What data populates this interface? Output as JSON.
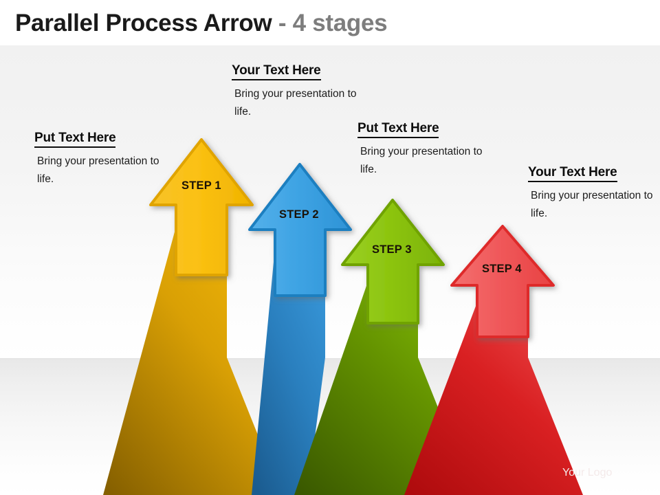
{
  "slide": {
    "title_main": "Parallel Process Arrow",
    "title_suffix": " - 4 stages",
    "logo_text": "Your Logo"
  },
  "callouts": [
    {
      "heading": "Put Text Here",
      "body": "Bring your presentation to life."
    },
    {
      "heading": "Your Text Here",
      "body": "Bring your presentation to life."
    },
    {
      "heading": "Put Text Here",
      "body": "Bring your presentation to life."
    },
    {
      "heading": "Your Text Here",
      "body": "Bring your presentation to life."
    }
  ],
  "arrows": [
    {
      "label": "STEP 1",
      "color_head": "#FBC113",
      "color_edge": "#E0A400",
      "color_shaft_dark": "#8E6800"
    },
    {
      "label": "STEP 2",
      "color_head": "#3FA4E4",
      "color_edge": "#1D7FC0",
      "color_shaft_dark": "#1C5F93"
    },
    {
      "label": "STEP 3",
      "color_head": "#8DC510",
      "color_edge": "#6FA300",
      "color_shaft_dark": "#3F6000"
    },
    {
      "label": "STEP 4",
      "color_head": "#F0595B",
      "color_edge": "#DE2B2B",
      "color_shaft_dark": "#B50F10"
    }
  ],
  "theme": {
    "title_color": "#1a1a1a",
    "title_muted_color": "#7d7d7d",
    "wall_color": "#f1f1f1",
    "floor_color": "#e8e8e8",
    "text_color": "#1c1c1c"
  }
}
